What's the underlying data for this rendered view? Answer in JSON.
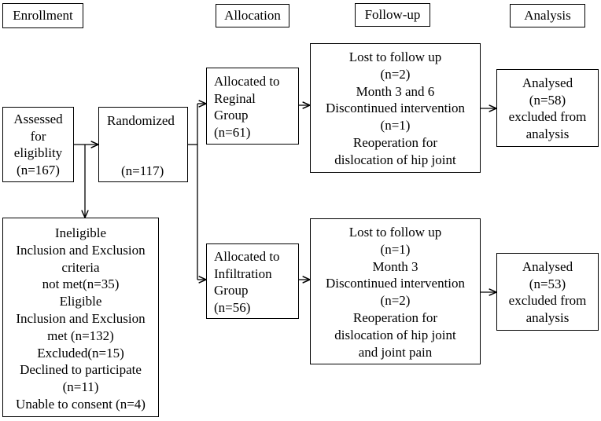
{
  "headers": {
    "enrollment": "Enrollment",
    "allocation": "Allocation",
    "follow_up": "Follow-up",
    "analysis": "Analysis"
  },
  "assessed": {
    "lines": [
      "Assessed",
      "for",
      "eligiblity",
      "(n=167)"
    ]
  },
  "randomized": {
    "label": "Randomized",
    "count": "(n=117)"
  },
  "eligibility": {
    "lines": [
      "Ineligible",
      "Inclusion and Exclusion",
      "criteria",
      "not met(n=35)",
      "Eligible",
      "Inclusion and Exclusion",
      "met (n=132)",
      "Excluded(n=15)",
      "Declined to participate",
      "(n=11)",
      "Unable to consent (n=4)"
    ]
  },
  "regional": {
    "lines": [
      "Allocated to",
      "Reginal",
      "Group",
      "(n=61)"
    ]
  },
  "infiltration": {
    "lines": [
      "Allocated to",
      "Infiltration",
      "Group",
      "(n=56)"
    ]
  },
  "followup_regional": {
    "lines": [
      "Lost to follow up",
      "(n=2)",
      "Month 3 and 6",
      "Discontinued  intervention",
      "(n=1)",
      "Reoperation for",
      "dislocation of hip joint"
    ]
  },
  "followup_infiltration": {
    "lines": [
      "Lost to follow up",
      "(n=1)",
      "Month 3",
      "Discontinued intervention",
      "(n=2)",
      "Reoperation for",
      "dislocation of hip joint",
      "and joint pain"
    ]
  },
  "analysis_regional": {
    "lines": [
      "Analysed",
      "(n=58)",
      "excluded from",
      "analysis"
    ]
  },
  "analysis_infiltration": {
    "lines": [
      "Analysed",
      "(n=53)",
      "excluded from",
      "analysis"
    ]
  }
}
